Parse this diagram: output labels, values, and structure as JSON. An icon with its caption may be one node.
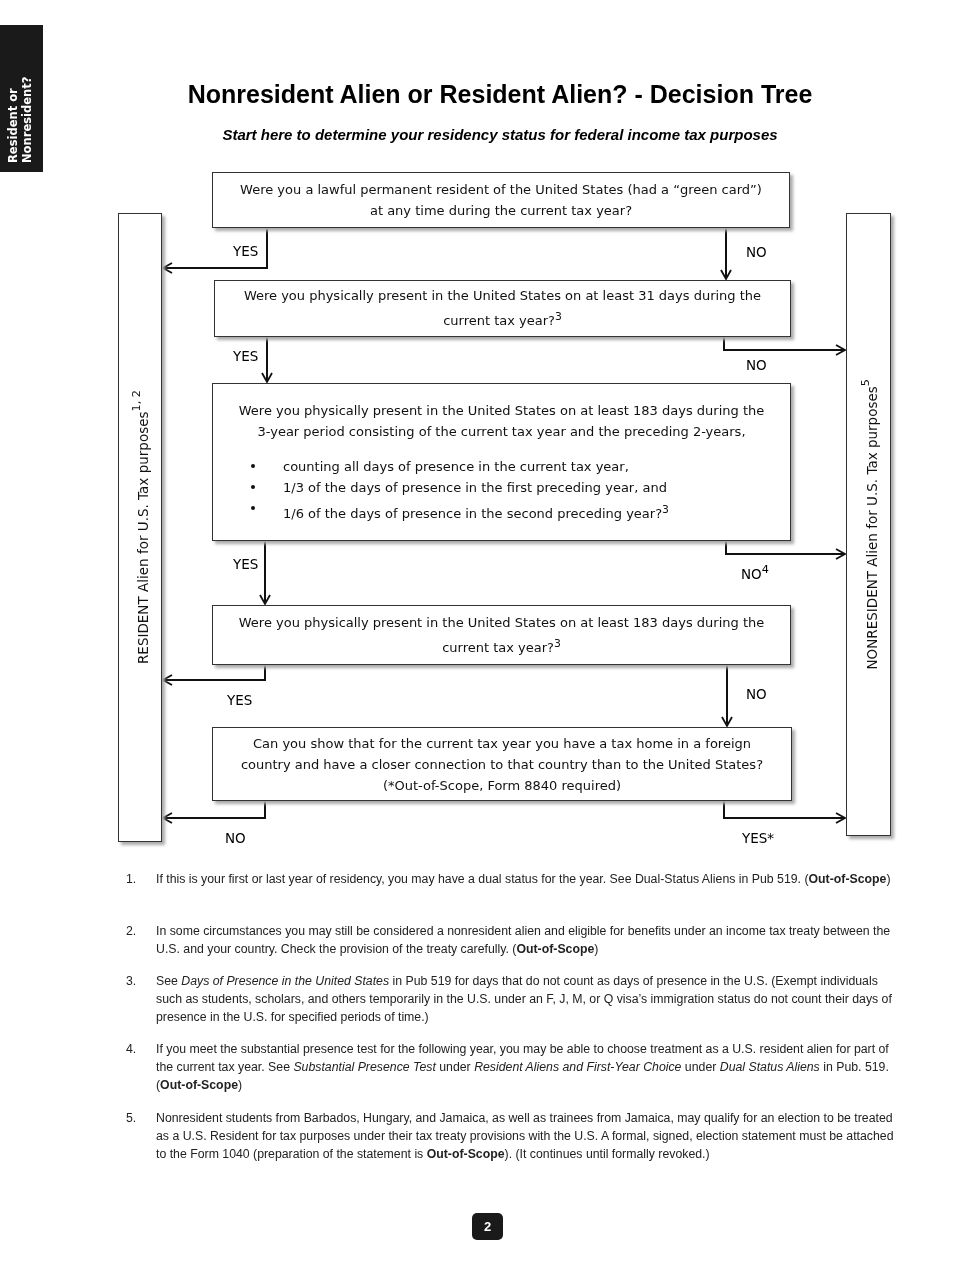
{
  "diagram": {
    "title": "Nonresident Alien or Resident Alien? - Decision Tree",
    "nodes": [
      {
        "text": [
          "Were you a lawful permanent resident of the United States (had a “green card”) at any time during the current tax year?"
        ]
      },
      {
        "text": [
          "RESIDENT Alien for U.S. Tax purposes$^{1, 2}$"
        ]
      },
      {
        "text": [
          "NONRESIDENT Alien for U.S. Tax purposes$^{5}$"
        ]
      },
      {
        "text": [
          "Were you physically present in the United States on at least 31 days during the current tax year?$^{3}$"
        ]
      },
      {
        "text": [
          "Were you physically present in the United States on at least 183 days during the 3-year period consisting of the current tax year and the preceding 2-years,",
          "counting all days of presence in the current tax year,",
          "1/3 of the days of presence in the first preceding year, and",
          "1/6 of the days of presence in the second preceding year?$^{3}$"
        ]
      },
      {
        "text": [
          "Were you physically present in the United States on at least 183 days during the current tax year?$^{3}$"
        ]
      },
      {
        "text": [
          "Can you show that for the current tax year you have a tax home in a foreign country and have a closer connection to that country than to the United States?",
          "(*Out-of-Scope, Form 8840 required)"
        ]
      }
    ],
    "edges": [
      {
        "from": 0,
        "to": 1,
        "arrow": "to",
        "label": "YES"
      },
      {
        "from": 0,
        "to": 3,
        "arrow": "to",
        "label": "NO"
      },
      {
        "from": 3,
        "to": 4,
        "arrow": "to",
        "label": "YES"
      },
      {
        "from": 3,
        "to": 2,
        "arrow": "to",
        "label": "NO"
      },
      {
        "from": 4,
        "to": 5,
        "arrow": "to",
        "label": "YES"
      },
      {
        "from": 4,
        "to": 2,
        "arrow": "to",
        "label": "NO$^{4}$"
      },
      {
        "from": 5,
        "to": 1,
        "arrow": "to",
        "label": "YES"
      },
      {
        "from": 5,
        "to": 6,
        "arrow": "to",
        "label": "NO"
      },
      {
        "from": 6,
        "to": 1,
        "arrow": "to",
        "label": "NO"
      },
      {
        "from": 6,
        "to": 2,
        "arrow": "to",
        "label": "YES*"
      }
    ],
    "labels": [
      "Resident or Nonresident?",
      "Start here to determine your residency status for federal income tax purposes",
      "1.",
      "If this is your first or last year of residency, you may have a dual status for the year.  See Dual-Status Aliens in Pub 519. (**Out-of-Scope**)",
      "2.",
      "In some circumstances you may still be considered a nonresident alien and eligible for benefits under an income tax treaty between the U.S. and your country. Check the provision of the treaty carefully. (**Out-of-Scope**)",
      "3.",
      "See *Days of Presence in the United States* in Pub 519 for days that do not count as days of presence in the U.S. (Exempt individuals such as students, scholars, and others temporarily in the U.S. under an F, J, M, or Q visa’s immigration status do not count their days of presence in the U.S. for specified periods of time.)",
      "4.",
      "If you meet the substantial presence test for the following year, you may be able to choose treatment as a U.S. resident alien for part of the current tax year. See *Substantial Presence Test* under *Resident Aliens and First-Year Choice* under *Dual Status Aliens* in Pub. 519. (**Out-of-Scope**)",
      "5.",
      "Nonresident students from Barbados, Hungary, and Jamaica, as well as trainees from Jamaica, may qualify for an election to be treated as a U.S. Resident for tax purposes under their tax treaty provisions with the U.S. A formal, signed, election statement must be attached to the Form 1040 (preparation of the statement is **Out-of-Scope**). (It continues until formally revoked.)",
      "2"
    ]
  }
}
